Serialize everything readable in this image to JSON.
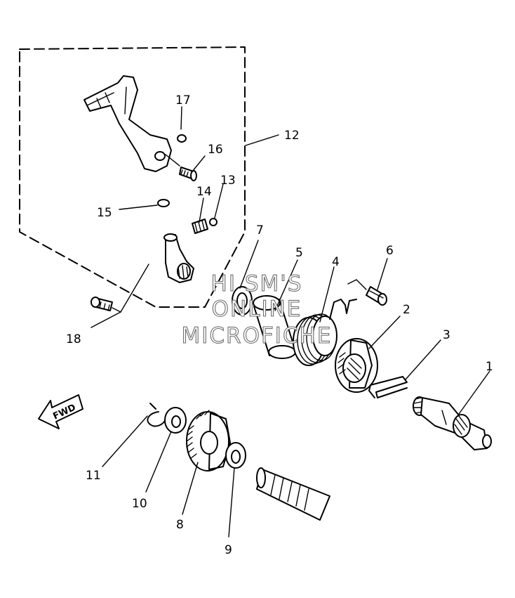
{
  "diagram": {
    "part_numbers": [
      "1",
      "2",
      "3",
      "4",
      "5",
      "6",
      "7",
      "8",
      "9",
      "10",
      "11",
      "12",
      "13",
      "14",
      "15",
      "16",
      "17",
      "18"
    ],
    "direction_arrow_label": "FWD",
    "watermark_lines": [
      "HI SM'S",
      "ONLINE",
      "MICROFICHE"
    ]
  }
}
